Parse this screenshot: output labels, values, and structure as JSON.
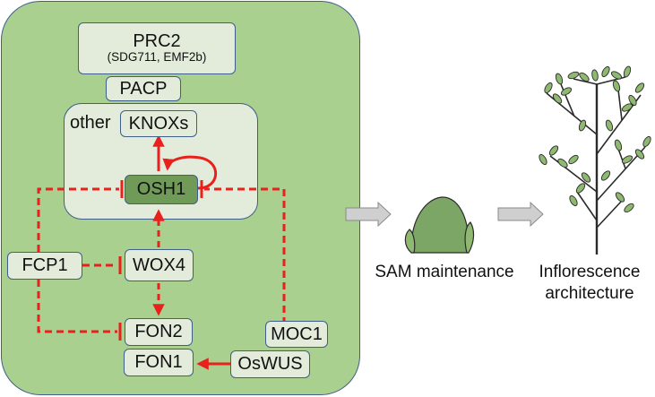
{
  "colors": {
    "panel_fill": "#a9d08e",
    "box_fill": "#e3ecdb",
    "osh1_fill": "#6f9a57",
    "border": "#3f5e88",
    "interaction_arrow": "#e8211d",
    "process_arrow": "#cfcfcf",
    "plant_stem": "#2b2b2b",
    "leaf_fill": "#8fb870"
  },
  "nodes": {
    "prc2": {
      "title": "PRC2",
      "subtitle": "(SDG711, EMF2b)"
    },
    "pacp": "PACP",
    "other_label": "other",
    "knoxs": "KNOXs",
    "osh1": "OSH1",
    "fcp1": "FCP1",
    "wox4": "WOX4",
    "fon2": "FON2",
    "fon1": "FON1",
    "moc1": "MOC1",
    "oswus": "OsWUS"
  },
  "captions": {
    "sam": "SAM maintenance",
    "inflorescence_line1": "Inflorescence",
    "inflorescence_line2": "architecture"
  },
  "icons": {
    "meristem": "shoot-apical-meristem-icon",
    "plant": "branched-inflorescence-icon"
  }
}
